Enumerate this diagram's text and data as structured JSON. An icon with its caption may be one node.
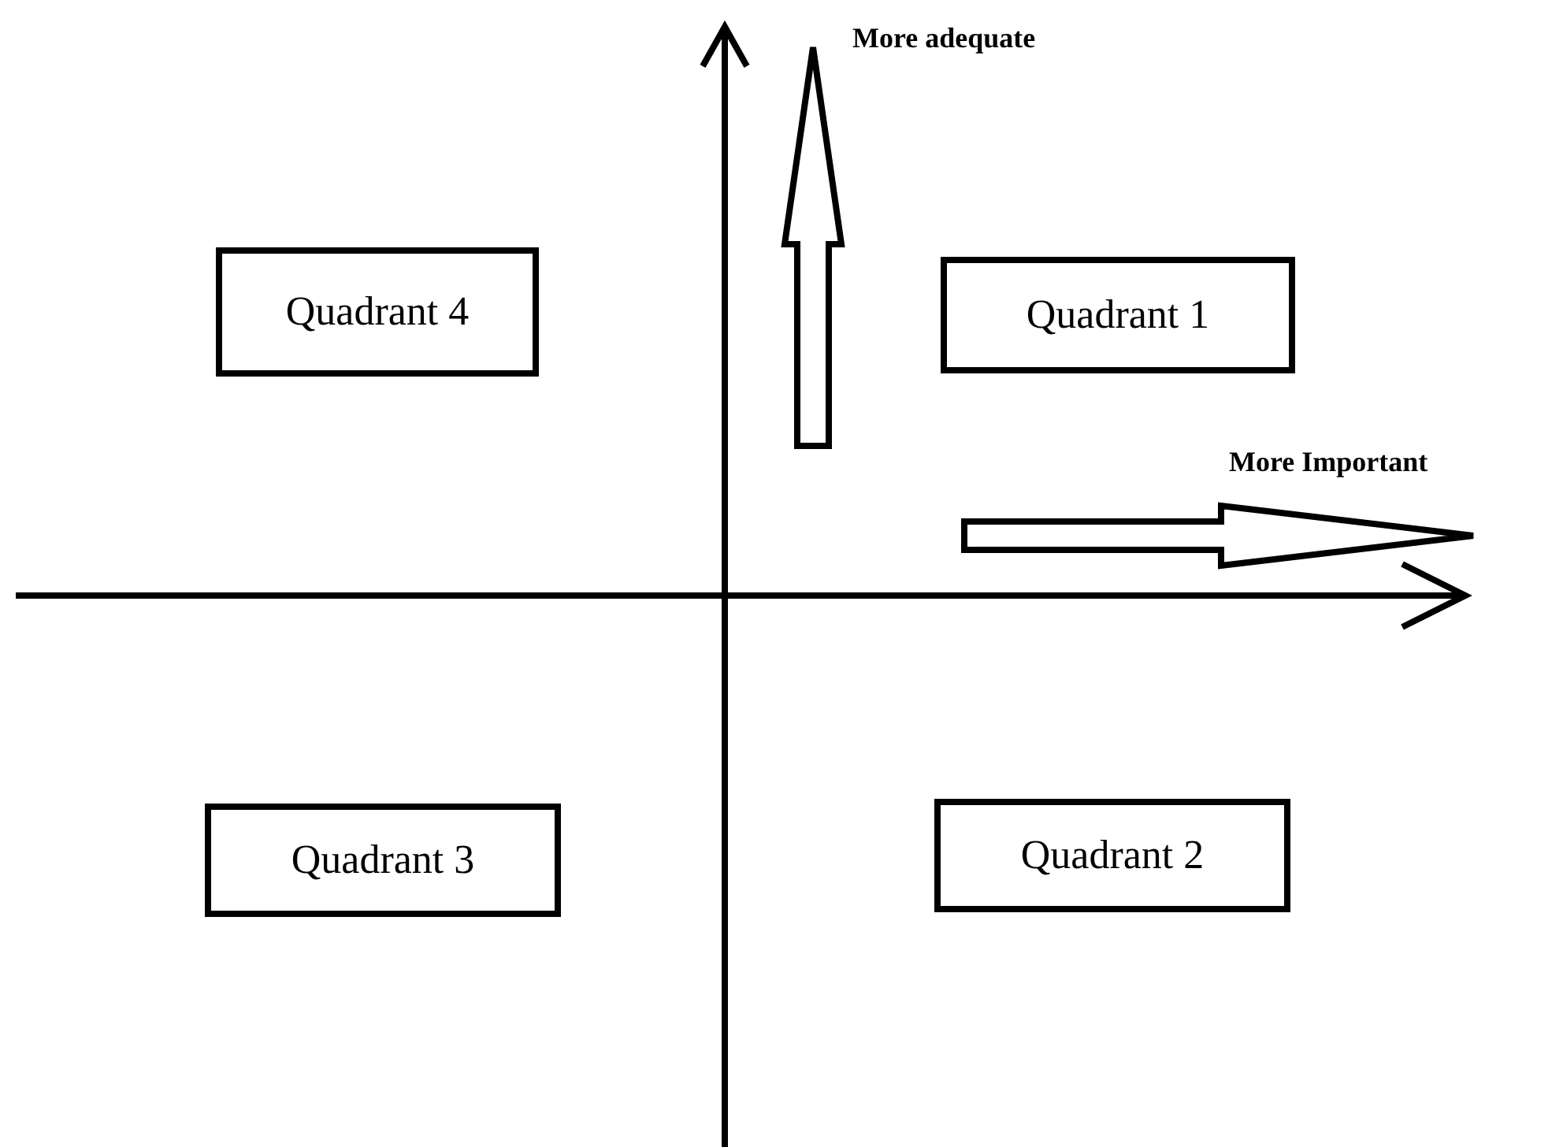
{
  "diagram": {
    "nodes": [
      {
        "text": [
          "Quadrant 4"
        ]
      },
      {
        "text": [
          "Quadrant 1"
        ]
      },
      {
        "text": [
          "Quadrant 3"
        ]
      },
      {
        "text": [
          "Quadrant 2"
        ]
      }
    ],
    "edges": [],
    "labels": [
      "More adequate",
      "More Important"
    ]
  }
}
